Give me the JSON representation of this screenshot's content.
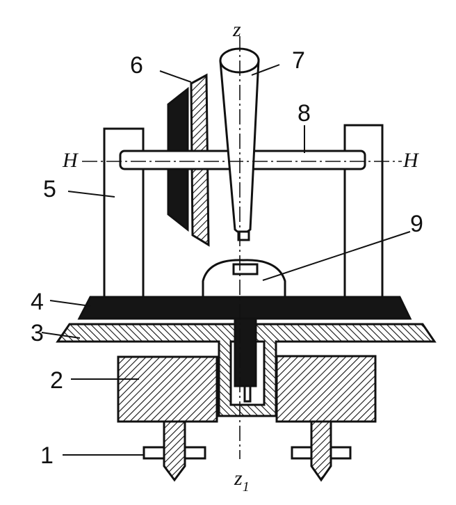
{
  "axes": {
    "vertical_top": "z",
    "vertical_bottom_main": "z",
    "vertical_bottom_sub": "1",
    "horizontal_left": "H",
    "horizontal_right": "H"
  },
  "part_labels": [
    "1",
    "2",
    "3",
    "4",
    "5",
    "6",
    "7",
    "8",
    "9"
  ],
  "colors": {
    "ink": "#111111",
    "paper": "#ffffff"
  }
}
